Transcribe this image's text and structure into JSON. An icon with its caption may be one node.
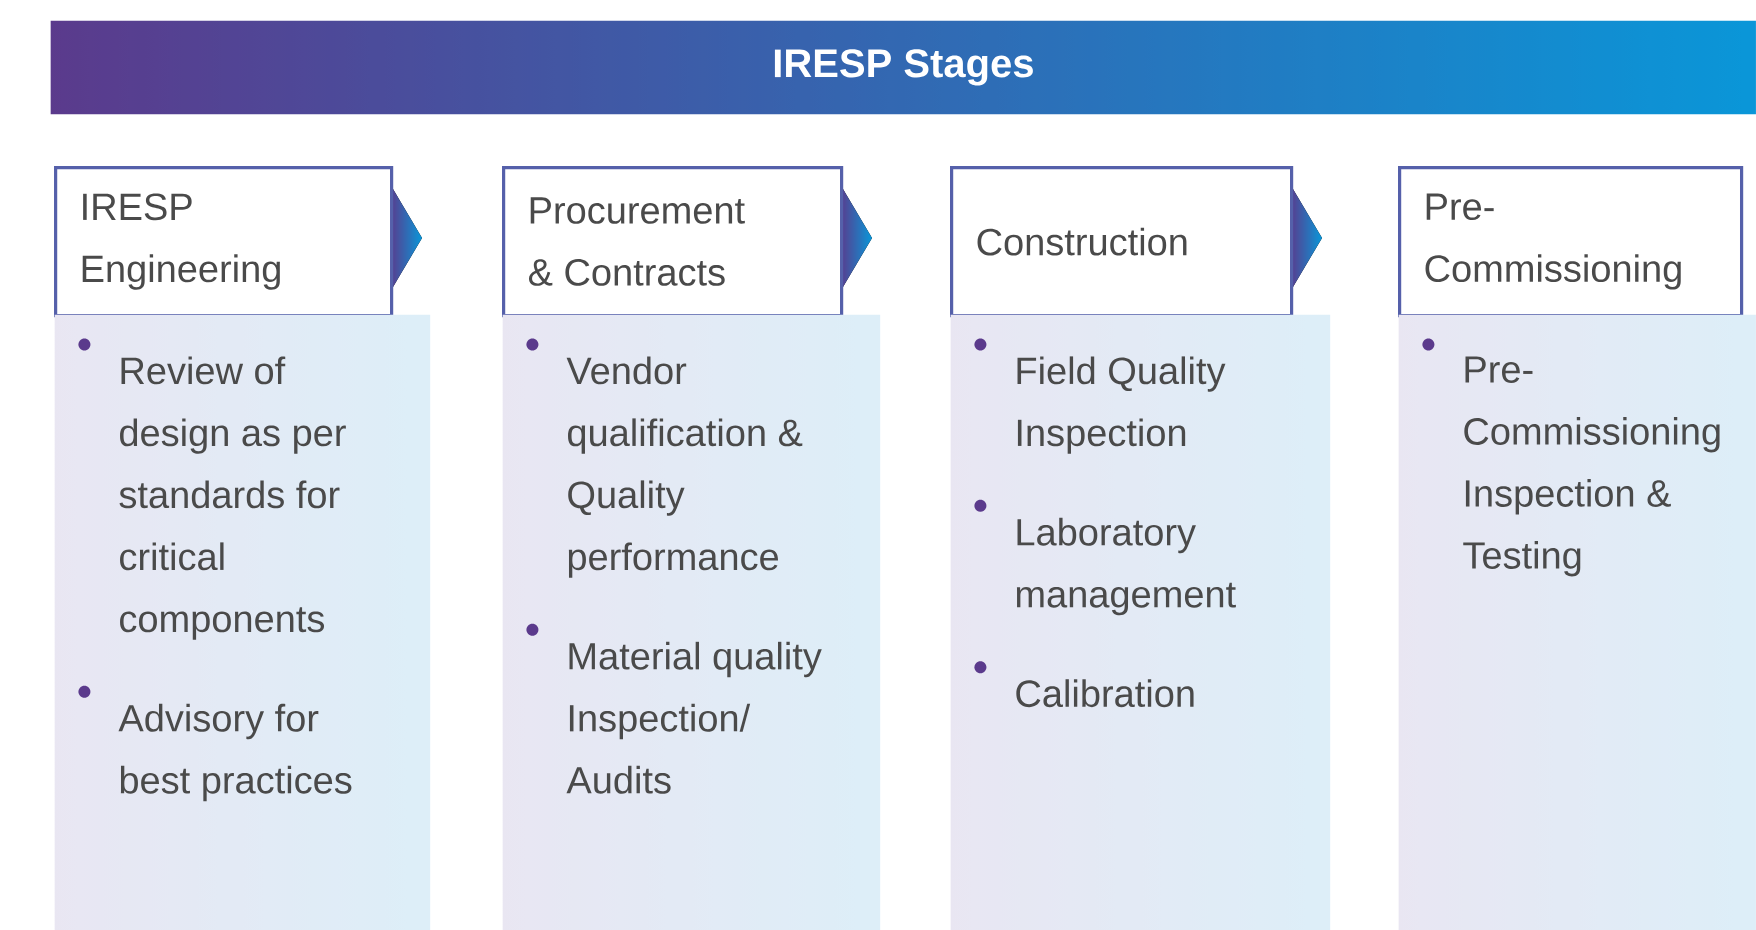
{
  "diagram": {
    "title": "IRESP Stages",
    "nodes": [
      {
        "text": [
          "IRESP Engineering"
        ]
      },
      {
        "text": [
          "Review of design as per standards for critical components",
          "Advisory for best practices"
        ]
      },
      {
        "text": [
          "Procurement & Contracts"
        ]
      },
      {
        "text": [
          "Vendor qualification & Quality performance",
          "Material quality Inspection/ Audits"
        ]
      },
      {
        "text": [
          "Construction"
        ]
      },
      {
        "text": [
          "Field Quality Inspection",
          "Laboratory management",
          "Calibration"
        ]
      },
      {
        "text": [
          "Pre-Commissioning"
        ]
      },
      {
        "text": [
          "Pre-Commissioning Inspection & Testing"
        ]
      }
    ]
  }
}
